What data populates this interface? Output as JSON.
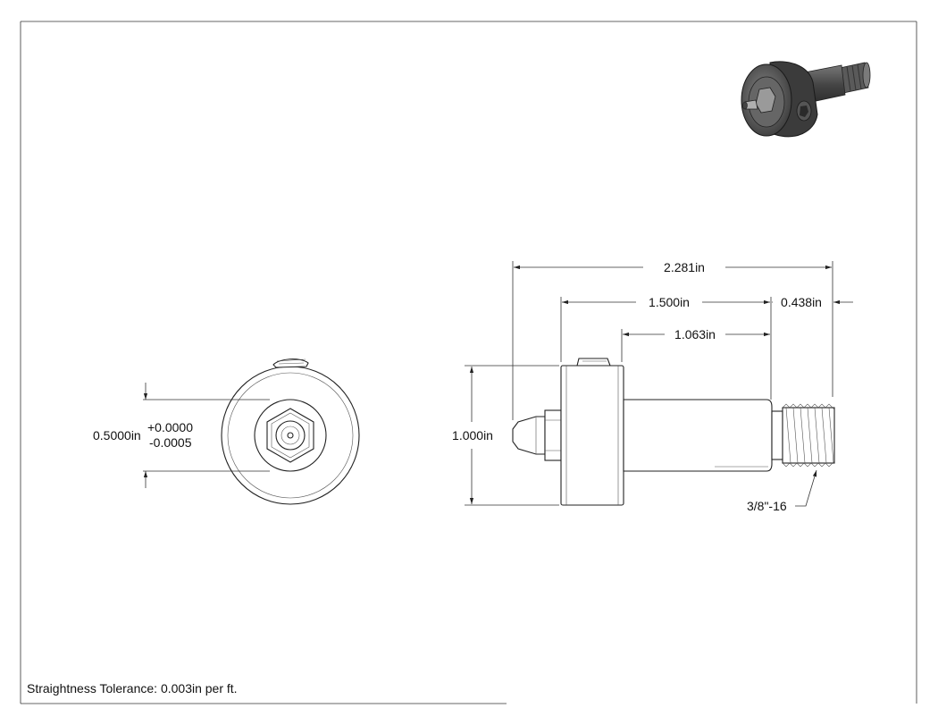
{
  "dimensions": {
    "overall_length": "2.281in",
    "body_to_end": "1.500in",
    "thread_length": "0.438in",
    "shank_length": "1.063in",
    "collar_diameter": "1.000in",
    "bore_diameter": "0.5000in",
    "bore_tol_plus": "+0.0000",
    "bore_tol_minus": "-0.0005",
    "thread_callout": "3/8\"-16"
  },
  "notes": {
    "straightness": "Straightness Tolerance: 0.003in per ft."
  },
  "colors": {
    "line": "#222222",
    "iso_dark": "#3a3a3a",
    "iso_mid": "#6b6b6b",
    "iso_light": "#9a9a9a"
  }
}
